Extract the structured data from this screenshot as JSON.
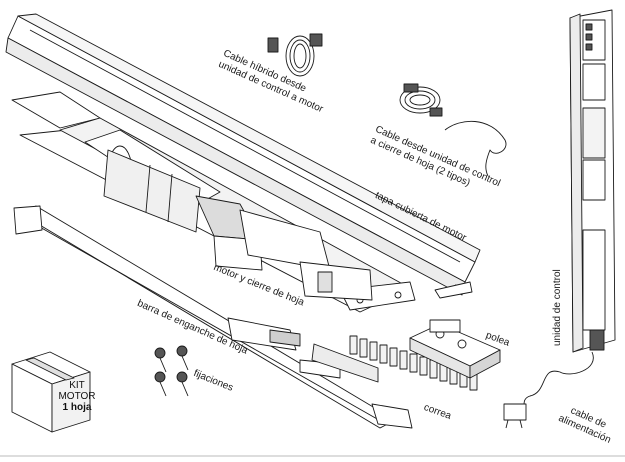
{
  "labels": {
    "hybrid_cable": [
      "Cable híbrido desde",
      "unidad de control a motor"
    ],
    "leaf_cable": [
      "Cable desde unidad de control",
      "a cierre de hoja (2 tipos)"
    ],
    "motor_cover": "tapa cubierta de motor",
    "motor_lock": "motor y cierre de hoja",
    "drive_bar": "barra de enganche de hoja",
    "fixings": "fijaciones",
    "pulley": "polea",
    "belt": "correa",
    "control_unit": "unidad de control",
    "power_cable": [
      "cable de",
      "alimentación"
    ]
  },
  "kit_box": {
    "line1": "KIT",
    "line2": "MOTOR",
    "line3": "1 hoja"
  },
  "colors": {
    "line": "#1a1a1a",
    "fill": "#ffffff",
    "shade": "#e6e6e6",
    "dark": "#555555"
  }
}
